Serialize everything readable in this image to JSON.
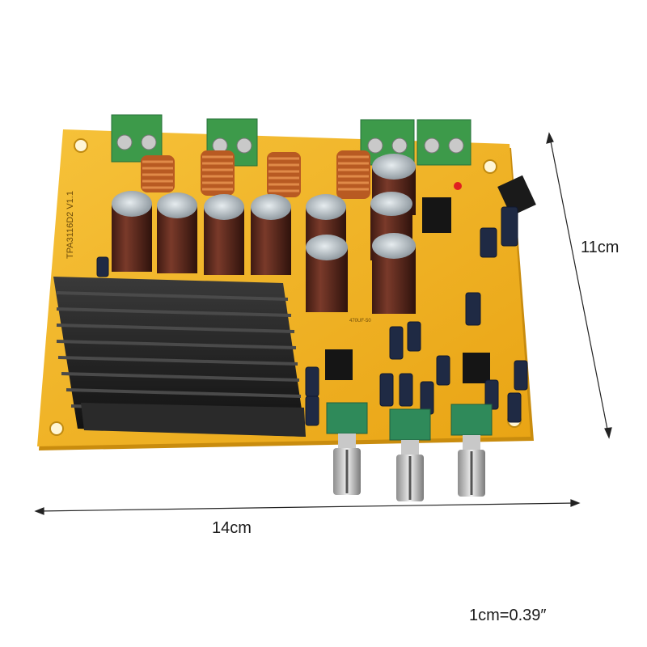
{
  "dimensions": {
    "width_label": "14cm",
    "height_label": "11cm",
    "conversion_note": "1cm=0.39″"
  },
  "board": {
    "model_label": "TPA3116D2 V1.1",
    "cap_label": "470UF-50",
    "colors": {
      "pcb": "#f2b21c",
      "pcb_edge": "#d99a12",
      "heatsink": "#1c1c1c",
      "capacitor": "#5a2a1e",
      "coil": "#c8692c",
      "terminal": "#3d9a4a",
      "potentiometer": "#2f8a5a"
    }
  }
}
